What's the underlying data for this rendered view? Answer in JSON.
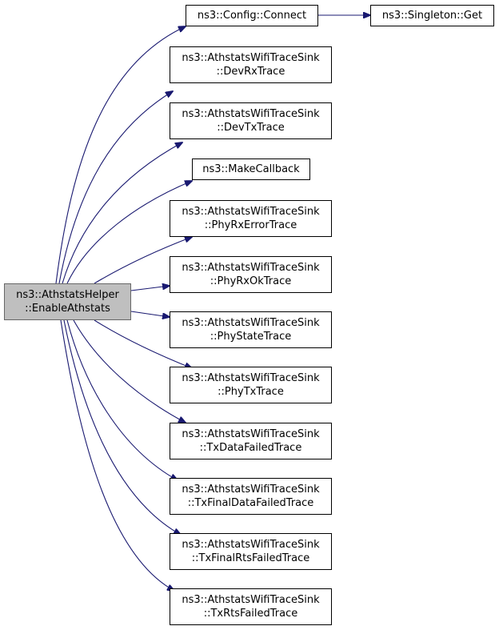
{
  "diagram": {
    "edge_color": "#191970",
    "root": {
      "line1": "ns3::AthstatsHelper",
      "line2": "::EnableAthstats",
      "fill": "#bfbfbf"
    },
    "nodes": [
      {
        "id": "connect",
        "line1": "ns3::Config::Connect",
        "line2": ""
      },
      {
        "id": "singleton-get",
        "line1": "ns3::Singleton::Get",
        "line2": ""
      },
      {
        "id": "dev-rx",
        "line1": "ns3::AthstatsWifiTraceSink",
        "line2": "::DevRxTrace"
      },
      {
        "id": "dev-tx",
        "line1": "ns3::AthstatsWifiTraceSink",
        "line2": "::DevTxTrace"
      },
      {
        "id": "make-callback",
        "line1": "ns3::MakeCallback",
        "line2": ""
      },
      {
        "id": "phy-rx-error",
        "line1": "ns3::AthstatsWifiTraceSink",
        "line2": "::PhyRxErrorTrace"
      },
      {
        "id": "phy-rx-ok",
        "line1": "ns3::AthstatsWifiTraceSink",
        "line2": "::PhyRxOkTrace"
      },
      {
        "id": "phy-state",
        "line1": "ns3::AthstatsWifiTraceSink",
        "line2": "::PhyStateTrace"
      },
      {
        "id": "phy-tx",
        "line1": "ns3::AthstatsWifiTraceSink",
        "line2": "::PhyTxTrace"
      },
      {
        "id": "tx-data-failed",
        "line1": "ns3::AthstatsWifiTraceSink",
        "line2": "::TxDataFailedTrace"
      },
      {
        "id": "tx-final-data-failed",
        "line1": "ns3::AthstatsWifiTraceSink",
        "line2": "::TxFinalDataFailedTrace"
      },
      {
        "id": "tx-final-rts-failed",
        "line1": "ns3::AthstatsWifiTraceSink",
        "line2": "::TxFinalRtsFailedTrace"
      },
      {
        "id": "tx-rts-failed",
        "line1": "ns3::AthstatsWifiTraceSink",
        "line2": "::TxRtsFailedTrace"
      }
    ],
    "edges": [
      [
        "root",
        "connect"
      ],
      [
        "connect",
        "singleton-get"
      ],
      [
        "root",
        "dev-rx"
      ],
      [
        "root",
        "dev-tx"
      ],
      [
        "root",
        "make-callback"
      ],
      [
        "root",
        "phy-rx-error"
      ],
      [
        "root",
        "phy-rx-ok"
      ],
      [
        "root",
        "phy-state"
      ],
      [
        "root",
        "phy-tx"
      ],
      [
        "root",
        "tx-data-failed"
      ],
      [
        "root",
        "tx-final-data-failed"
      ],
      [
        "root",
        "tx-final-rts-failed"
      ],
      [
        "root",
        "tx-rts-failed"
      ]
    ]
  }
}
